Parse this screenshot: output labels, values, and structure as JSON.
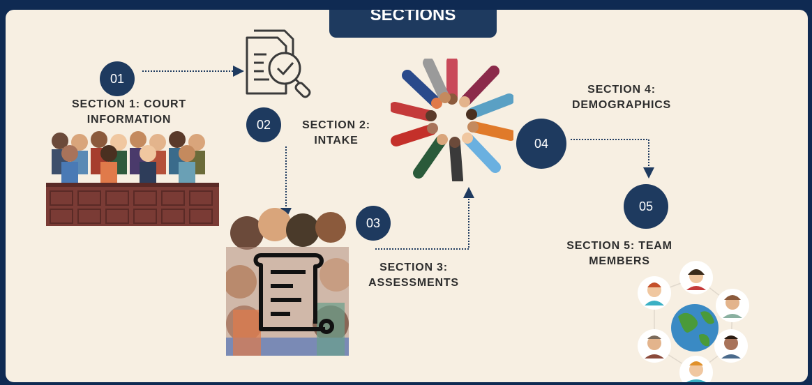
{
  "title": "SECTIONS",
  "sections": [
    {
      "number": "01",
      "label": "SECTION 1: COURT INFORMATION"
    },
    {
      "number": "02",
      "label": "SECTION 2: INTAKE"
    },
    {
      "number": "03",
      "label": "SECTION 3: ASSESSMENTS"
    },
    {
      "number": "04",
      "label": "SECTION 4: DEMOGRAPHICS"
    },
    {
      "number": "05",
      "label": "SECTION 5: TEAM MEMBERS"
    }
  ],
  "icons": [
    "jury-box-icon",
    "document-search-icon",
    "crowd-with-scroll-icon",
    "diverse-hands-icon",
    "global-team-icon"
  ],
  "colors": {
    "navy": "#1e3a5f",
    "background": "#f7efe2",
    "frame": "#0f2a52",
    "text": "#2d2d2d"
  }
}
